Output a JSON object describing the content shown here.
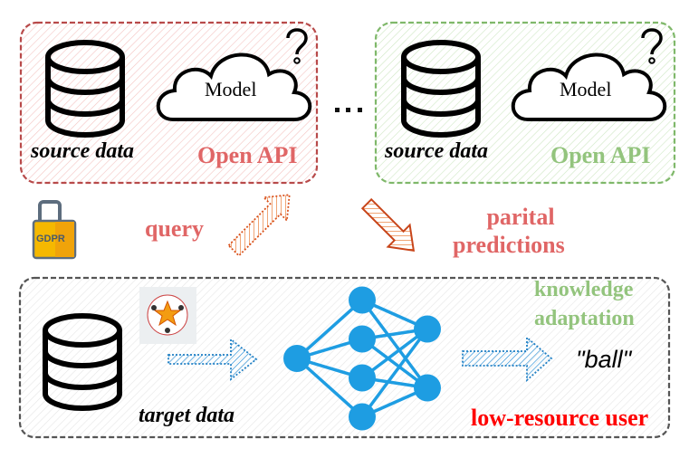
{
  "colors": {
    "red_box": "#b84a4a",
    "red_hatch": "#f4c4c2",
    "red_label": "#e06666",
    "green_box": "#7fb86a",
    "green_hatch": "#cfe7c4",
    "green_label": "#93c47d",
    "gray_box": "#555555",
    "gray_hatch": "#e4e4e4",
    "arrow_orange": "#d9531e",
    "arrow_blue": "#1f7fc4",
    "nn_blue": "#1e9de2",
    "low_resource_red": "#ff0000"
  },
  "source_boxes": [
    {
      "data_label": "source data",
      "api_label": "Open API",
      "model_label": "Model",
      "question_icon": "question-mark-icon"
    },
    {
      "data_label": "source data",
      "api_label": "Open API",
      "model_label": "Model",
      "question_icon": "question-mark-icon"
    }
  ],
  "ellipsis": "...",
  "lock": {
    "label": "GDPR",
    "icon": "lock-icon"
  },
  "query_label": "query",
  "predictions_label": [
    "parital",
    "predictions"
  ],
  "target_box": {
    "data_label": "target data",
    "image": "soccer-ball-image",
    "knowledge_label": [
      "knowledge",
      "adaptation"
    ],
    "output_label": "\"ball\"",
    "user_label": "low-resource user"
  },
  "neural_net": {
    "layers": [
      1,
      4,
      2
    ]
  }
}
